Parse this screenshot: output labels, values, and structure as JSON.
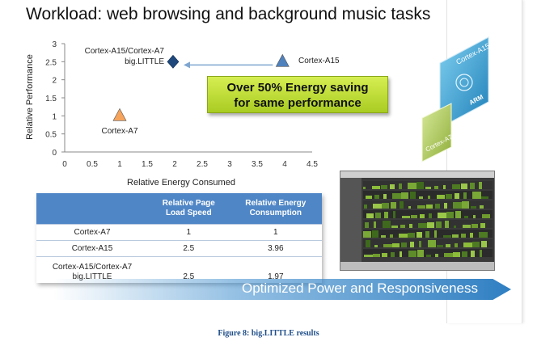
{
  "slide_title": "Workload: web browsing and background music tasks",
  "chart_data": {
    "type": "scatter",
    "title": "",
    "xlabel": "Relative Energy Consumed",
    "ylabel": "Relative Performance",
    "xlim": [
      0,
      4.5
    ],
    "ylim": [
      0,
      3
    ],
    "xticks": [
      "0",
      "0.5",
      "1",
      "1.5",
      "2",
      "2.5",
      "3",
      "3.5",
      "4",
      "4.5"
    ],
    "yticks": [
      "0",
      "0.5",
      "1",
      "1.5",
      "2",
      "2.5",
      "3"
    ],
    "grid": false,
    "series": [
      {
        "name": "Cortex-A7",
        "x": 1,
        "y": 1,
        "marker": "triangle",
        "color": "#f6a35c"
      },
      {
        "name": "Cortex-A15",
        "x": 3.96,
        "y": 2.5,
        "marker": "triangle",
        "color": "#4f81bd"
      },
      {
        "name": "Cortex-A15/Cortex-A7 big.LITTLE",
        "x": 1.97,
        "y": 2.5,
        "marker": "diamond",
        "color": "#1f497d"
      }
    ],
    "point_labels": {
      "a7": "Cortex-A7",
      "a15": "Cortex-A15",
      "bl_line1": "Cortex-A15/Cortex-A7",
      "bl_line2": "big.LITTLE"
    },
    "arrow": {
      "from": [
        3.96,
        2.5
      ],
      "to": [
        2.25,
        2.5
      ]
    }
  },
  "callout": {
    "line1": "Over 50% Energy saving",
    "line2": "for same performance"
  },
  "chip_labels": {
    "big": "Cortex-A15",
    "little": "Cortex-A7",
    "arm": "ARM"
  },
  "table": {
    "headers": [
      "",
      "Relative Page Load Speed",
      "Relative Energy Consumption"
    ],
    "header_lines": [
      [
        "",
        ""
      ],
      [
        "Relative Page",
        "Load Speed"
      ],
      [
        "Relative Energy",
        "Consumption"
      ]
    ],
    "rows": [
      {
        "label": "Cortex-A7",
        "label2": "",
        "speed": "1",
        "energy": "1"
      },
      {
        "label": "Cortex-A15",
        "label2": "",
        "speed": "2.5",
        "energy": "3.96"
      },
      {
        "label": "Cortex-A15/Cortex-A7",
        "label2": "big.LITTLE",
        "speed": "2.5",
        "energy": "1.97"
      }
    ]
  },
  "banner": "Optimized Power and Responsiveness",
  "caption": "Figure 8: big.LITTLE results",
  "colors": {
    "table_header": "#4f86c6",
    "callout": "#bada35",
    "banner": "#2f7fc2",
    "caption": "#1f4e8a"
  }
}
